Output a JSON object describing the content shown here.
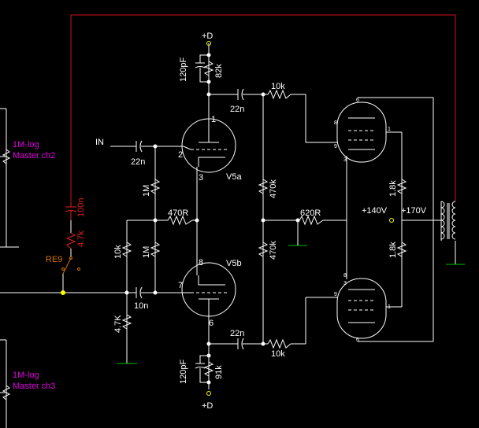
{
  "colors": {
    "background": "#000000",
    "wire": "#ffffff",
    "feedback_wire": "#d0101c",
    "label": "#ffffff",
    "pot_label": "#e000e0",
    "switch": "#d07000",
    "feedback_parts": "#e0201c",
    "ground": "#00c000",
    "junction": "#ffff00"
  },
  "labels": {
    "supply_top": "+D",
    "supply_bottom": "+D",
    "input": "IN",
    "c_bypass_top": "120pF",
    "r_plate_top": "82k",
    "c_bypass_bottom": "120pF",
    "r_plate_bottom": "91k",
    "c_couple_top": "22n",
    "c_couple_bottom": "22n",
    "r_grid_top": "10k",
    "r_grid_bottom": "10k",
    "c_input": "22n",
    "r_1m_top": "1M",
    "r_1m_bottom": "1M",
    "r_cathode": "470R",
    "r_470k_top": "470k",
    "r_470k_bottom": "470k",
    "r_620": "620R",
    "r_18k_top": "1.8k",
    "r_18k_bottom": "1.8k",
    "v140": "+140V",
    "v170": "+170V",
    "tube_a": "V5a",
    "tube_b": "V5b",
    "pin_a_plate": "1",
    "pin_a_grid": "2",
    "pin_a_cathode": "3",
    "pin_b_plate": "8",
    "pin_b_grid": "7",
    "pin_b_cathode": "6",
    "r_10k_left": "10k",
    "r_47k_left": "4.7K",
    "c_10n": "10n",
    "switch_ref": "RE9",
    "fb_cap": "100n",
    "fb_res": "4.7k",
    "pot1_line1": "1M-log",
    "pot1_line2": "Master ch2",
    "pot2_line1": "1M-log",
    "pot2_line2": "Master ch3",
    "pt_pin6": "6",
    "pt_pin8": "8",
    "pt_pin1": "1",
    "pt_pin9": "9",
    "pt_pin3": "3",
    "pb_pin8": "8",
    "pb_pin3": "3",
    "pb_pin9": "9",
    "pb_pin1": "1",
    "pb_pin6": "6"
  }
}
